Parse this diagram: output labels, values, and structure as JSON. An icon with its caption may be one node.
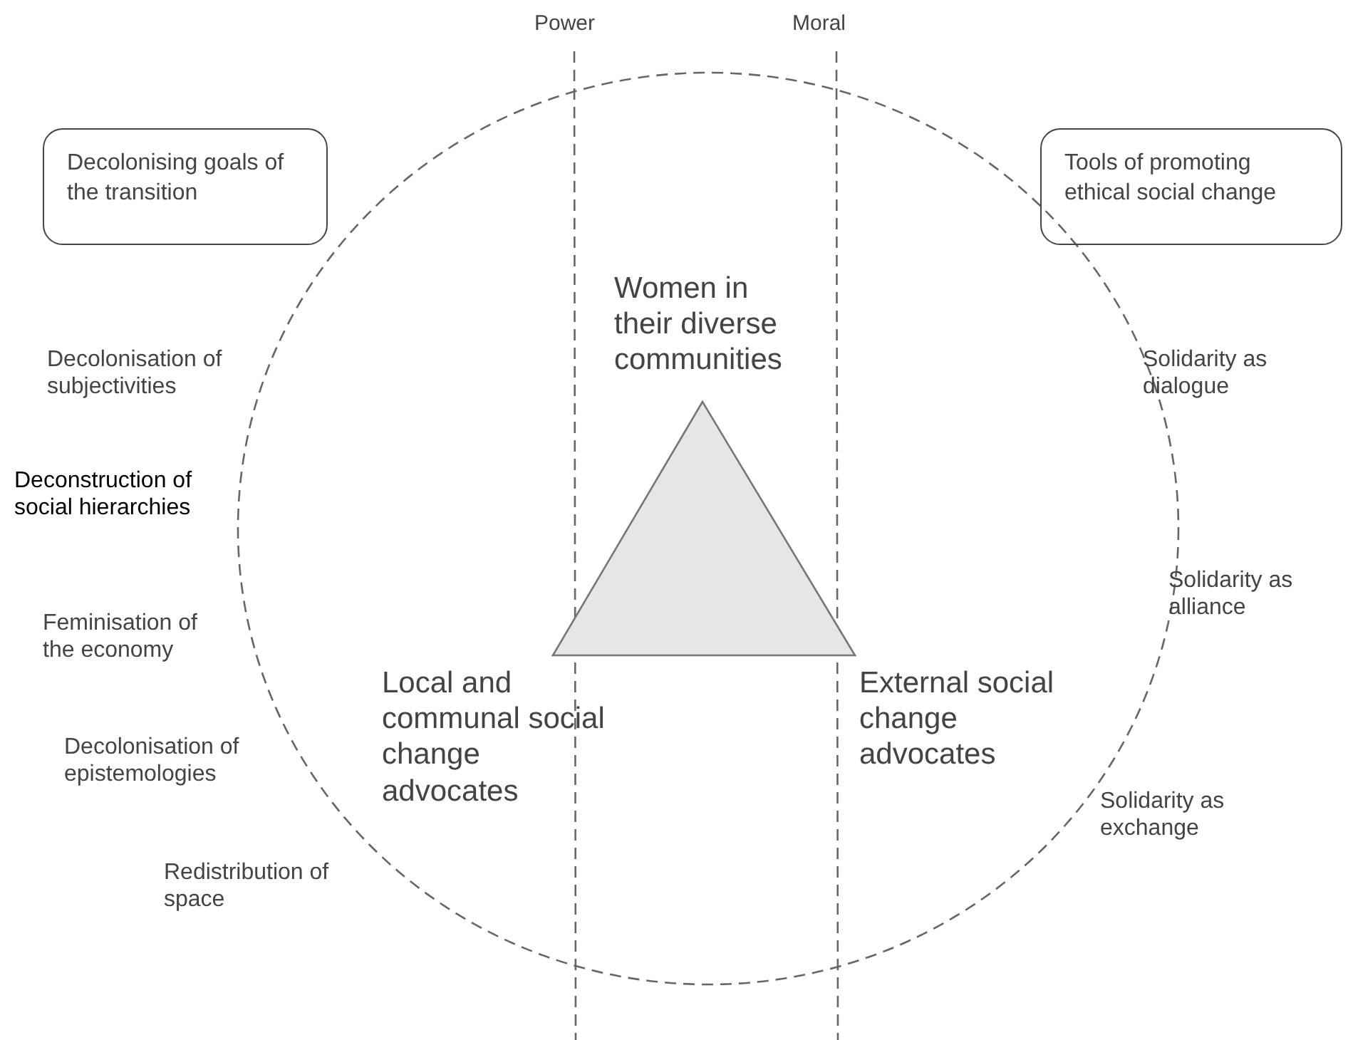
{
  "diagram": {
    "nodes": [
      {
        "text": [
          "Decolonising goals of the transition"
        ]
      },
      {
        "text": [
          "Tools of promoting ethical social change"
        ]
      },
      {
        "text": [],
        "shape": "triangle"
      }
    ],
    "labels": [
      "Power",
      "Moral",
      "Women in their diverse communities",
      "Decolonisation of subjectivities",
      "Solidarity as dialogue",
      "Deconstruction of social hierarchies",
      "Solidarity as alliance",
      "Feminisation of the economy",
      "Local and communal social change advocates",
      "External social change advocates",
      "Decolonisation of epistemologies",
      "Solidarity as exchange",
      "Redistribution of space"
    ]
  }
}
